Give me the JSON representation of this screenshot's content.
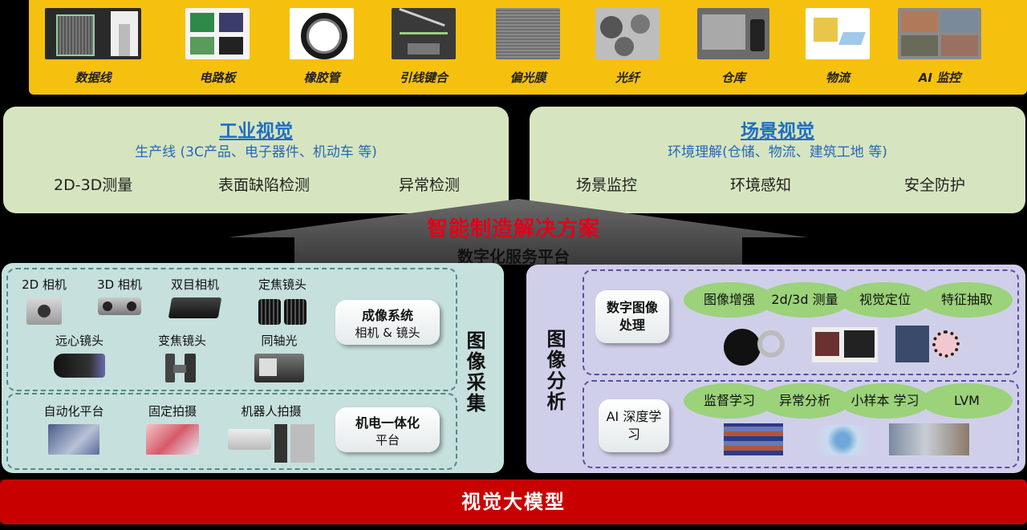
{
  "applications": [
    "数据线",
    "电路板",
    "橡胶管",
    "引线键合",
    "偏光膜",
    "光纤",
    "仓库",
    "物流",
    "AI 监控"
  ],
  "industrial_vision": {
    "title": "工业视觉",
    "subtitle": "生产线 (3C产品、电子器件、机动车 等)",
    "items": [
      "2D-3D测量",
      "表面缺陷检测",
      "异常检测"
    ]
  },
  "scene_vision": {
    "title": "场景视觉",
    "subtitle": "环境理解(仓储、物流、建筑工地 等)",
    "items": [
      "场景监控",
      "环境感知",
      "安全防护"
    ]
  },
  "solution_title": "智能制造解决方案",
  "platform_title": "数字化服务平台",
  "acquisition": {
    "vertical_label": "图像采集",
    "cameras": [
      "2D 相机",
      "3D 相机",
      "双目相机",
      "定焦镜头",
      "远心镜头",
      "变焦镜头",
      "同轴光"
    ],
    "imaging_system": {
      "line1": "成像系统",
      "line2": "相机 & 镜头"
    },
    "platforms": [
      "自动化平台",
      "固定拍摄",
      "机器人拍摄"
    ],
    "mechatronics": {
      "line1": "机电一体化",
      "line2": "平台"
    }
  },
  "analysis": {
    "vertical_label": "图像分析",
    "digital_processing": {
      "label": "数字图像处理",
      "methods": [
        "图像增强",
        "2d/3d 测量",
        "视觉定位",
        "特征抽取"
      ]
    },
    "ai_learning": {
      "label": "AI 深度学习",
      "methods": [
        "监督学习",
        "异常分析",
        "小样本 学习",
        "LVM"
      ]
    }
  },
  "base_title": "视觉大模型"
}
